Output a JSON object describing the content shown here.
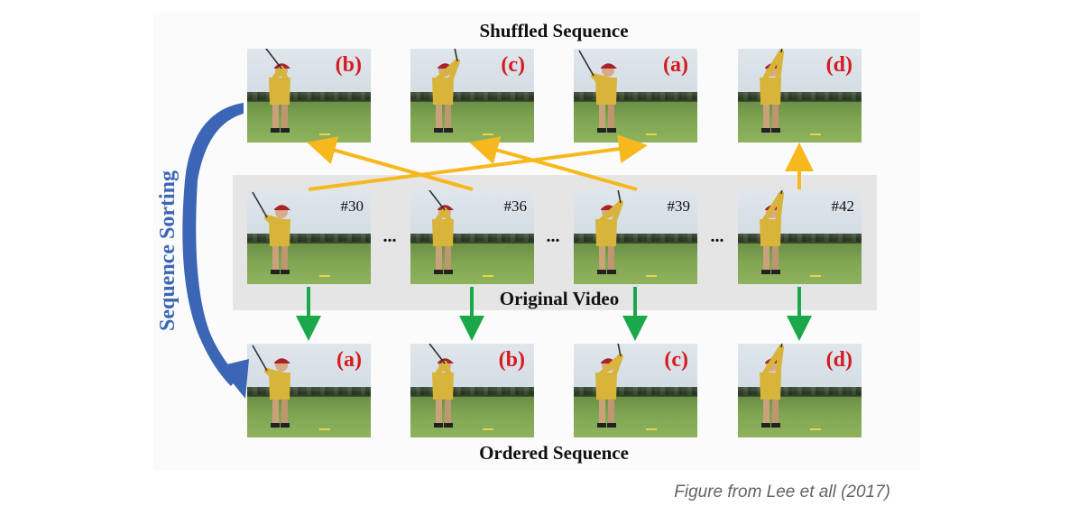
{
  "titles": {
    "top": "Shuffled Sequence",
    "middle": "Original Video",
    "bottom": "Ordered Sequence"
  },
  "side_label": "Sequence Sorting",
  "shuffled_row": [
    "(b)",
    "(c)",
    "(a)",
    "(d)"
  ],
  "original_row": [
    "#30",
    "#36",
    "#39",
    "#42"
  ],
  "ordered_row": [
    "(a)",
    "(b)",
    "(c)",
    "(d)"
  ],
  "ellipsis": "...",
  "caption": "Figure from Lee et all (2017)",
  "colors": {
    "letter": "#d71920",
    "shuffle_arrow": "#f6b81c",
    "order_arrow": "#1aa84b",
    "sort_arrow": "#3b66b5",
    "band": "#e5e5e5"
  },
  "icons": {
    "frame": "golf-swing-photo"
  }
}
